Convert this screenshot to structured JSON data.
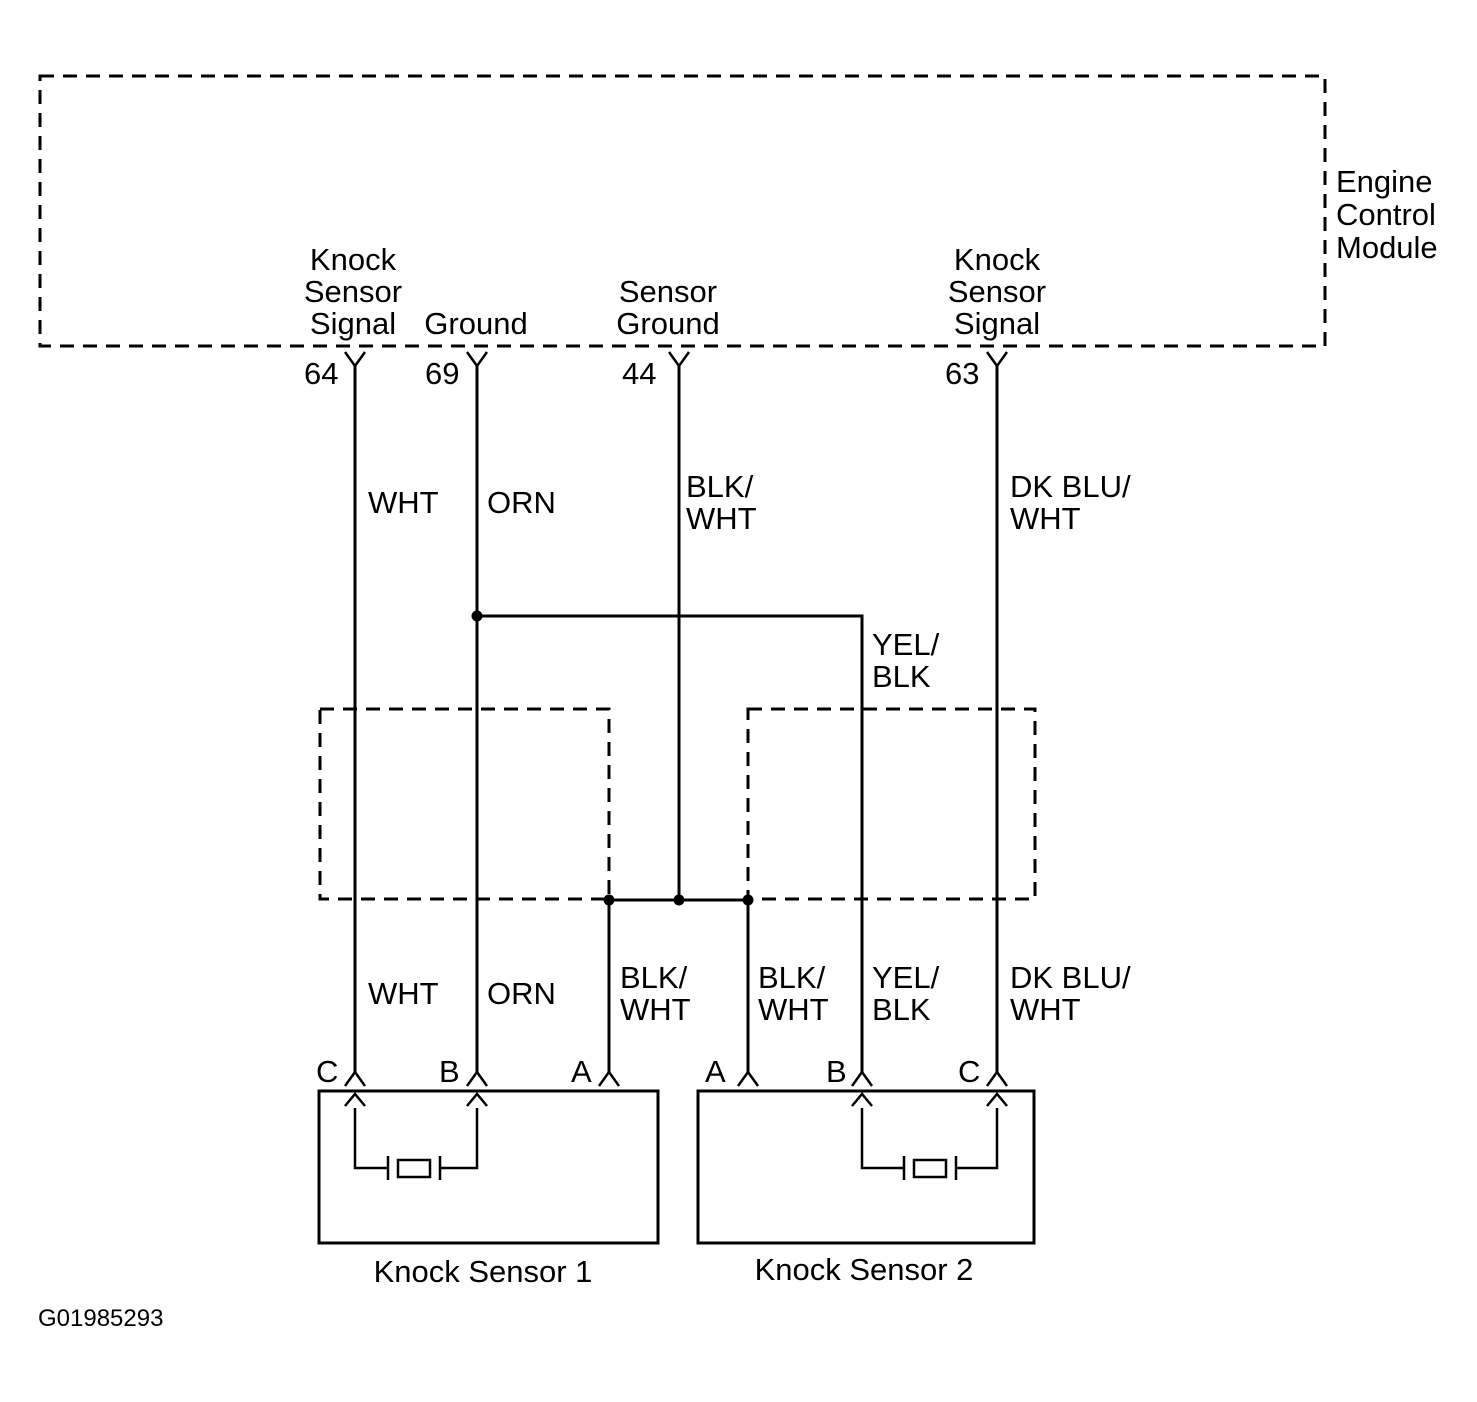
{
  "ecm": {
    "name_lines": [
      "Engine",
      "Control",
      "Module"
    ],
    "pins": [
      {
        "label_lines": [
          "Knock",
          "Sensor",
          "Signal"
        ],
        "number": "64",
        "wire": "WHT"
      },
      {
        "label_lines": [
          "Ground"
        ],
        "number": "69",
        "wire": "ORN"
      },
      {
        "label_lines": [
          "Sensor",
          "Ground"
        ],
        "number": "44",
        "wire_lines": [
          "BLK/",
          "WHT"
        ]
      },
      {
        "label_lines": [
          "Knock",
          "Sensor",
          "Signal"
        ],
        "number": "63",
        "wire_lines": [
          "DK BLU/",
          "WHT"
        ]
      }
    ]
  },
  "splice_wire_lines": [
    "YEL/",
    "BLK"
  ],
  "lower_wires": {
    "w64": "WHT",
    "w69": "ORN",
    "ks1_a_lines": [
      "BLK/",
      "WHT"
    ],
    "ks2_a_lines": [
      "BLK/",
      "WHT"
    ],
    "ks2_b_lines": [
      "YEL/",
      "BLK"
    ],
    "w63_lines": [
      "DK BLU/",
      "WHT"
    ]
  },
  "sensors": [
    {
      "name": "Knock Sensor 1",
      "pins": [
        "C",
        "B",
        "A"
      ]
    },
    {
      "name": "Knock Sensor 2",
      "pins": [
        "A",
        "B",
        "C"
      ]
    }
  ],
  "figure_id": "G01985293"
}
